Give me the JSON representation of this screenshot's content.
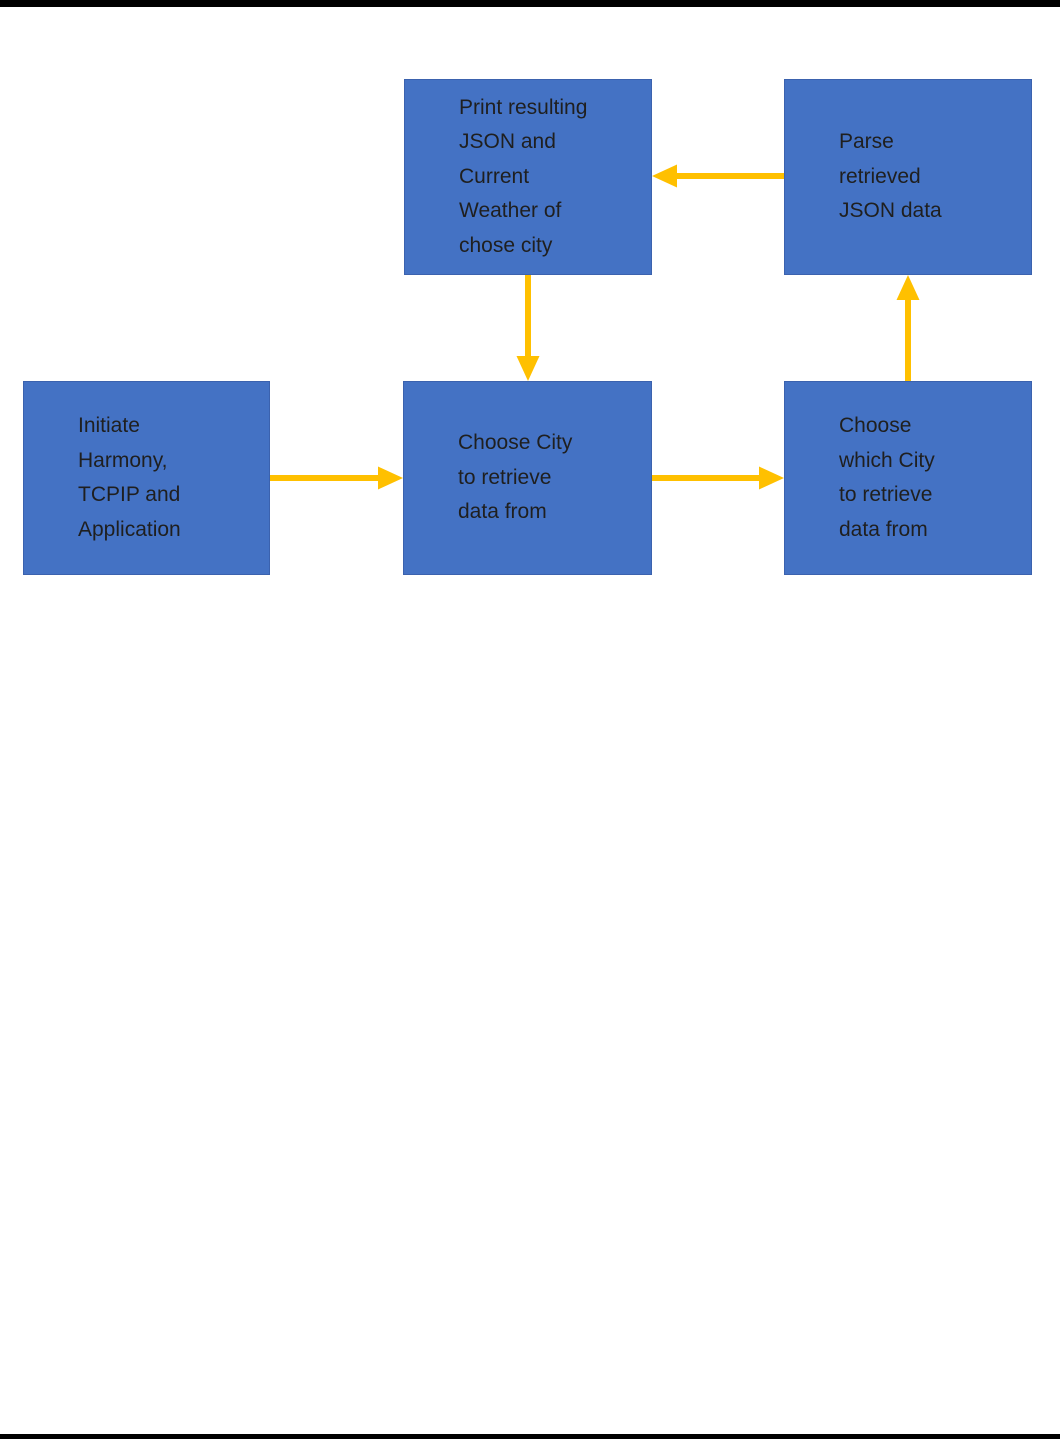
{
  "page": {
    "background": "#ffffff",
    "frame_color": "#000000"
  },
  "colors": {
    "box_fill": "#4472C4",
    "box_border": "#3B62AE",
    "box_text": "#1f1f1f",
    "arrow": "#FFC000"
  },
  "diagram": {
    "type": "flowchart",
    "nodes": [
      {
        "id": "initiate",
        "label": "Initiate\nHarmony,\nTCPIP and\nApplication"
      },
      {
        "id": "choose-city",
        "label": "Choose City\nto retrieve\ndata from"
      },
      {
        "id": "choose-which-city",
        "label": "Choose\nwhich City\nto retrieve\ndata from"
      },
      {
        "id": "parse-json",
        "label": "Parse\nretrieved\nJSON data"
      },
      {
        "id": "print-result",
        "label": "Print resulting\nJSON and\nCurrent\nWeather of\nchose city"
      }
    ],
    "edges": [
      {
        "from": "initiate",
        "to": "choose-city",
        "direction": "right"
      },
      {
        "from": "choose-city",
        "to": "choose-which-city",
        "direction": "right"
      },
      {
        "from": "choose-which-city",
        "to": "parse-json",
        "direction": "up"
      },
      {
        "from": "parse-json",
        "to": "print-result",
        "direction": "left"
      },
      {
        "from": "print-result",
        "to": "choose-city",
        "direction": "down"
      }
    ]
  }
}
